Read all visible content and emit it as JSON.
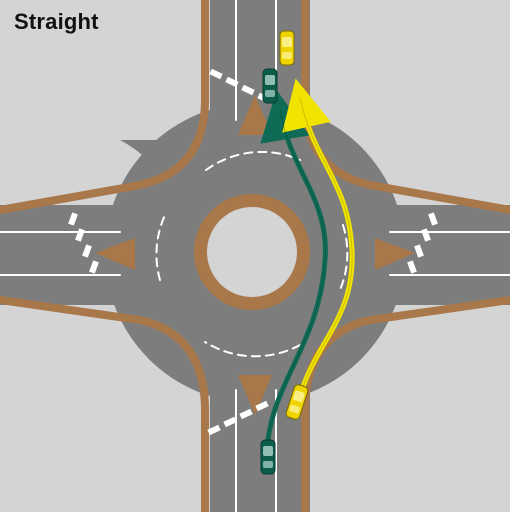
{
  "diagram": {
    "title": "Straight",
    "colors": {
      "background": "#d4d4d4",
      "road": "#7d7d7d",
      "curb": "#a8774a",
      "island": "#a8774a",
      "lane_marking": "#ffffff",
      "crosswalk": "#ffffff",
      "green_path": "#0f6b55",
      "yellow_path": "#f1e400",
      "green_car": "#0d5c4a",
      "yellow_car": "#f0d400"
    },
    "elements": {
      "roundabout": "roundabout",
      "central_island": "central-island",
      "green_route": "green-route-arrow",
      "yellow_route": "yellow-route-arrow",
      "green_car_icon": "car-icon",
      "yellow_car_icon": "car-icon"
    }
  }
}
